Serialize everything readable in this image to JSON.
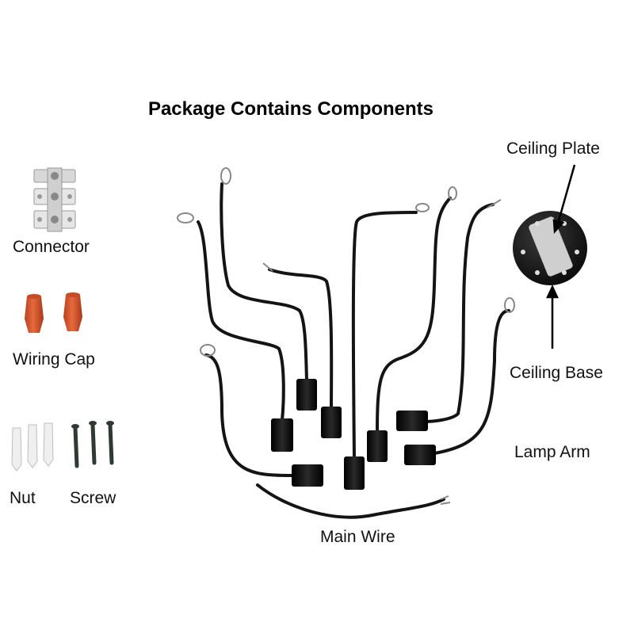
{
  "title": "Package Contains Components",
  "labels": {
    "connector": "Connector",
    "wiring_cap": "Wiring Cap",
    "nut": "Nut",
    "screw": "Screw",
    "ceiling_plate": "Ceiling Plate",
    "ceiling_base": "Ceiling Base",
    "lamp_arm": "Lamp Arm",
    "main_wire": "Main Wire"
  },
  "colors": {
    "wire": "#141414",
    "socket": "#0d0d0d",
    "wiring_cap": "#d9522b",
    "connector": "#e2e2e2",
    "nut": "#eeeeee",
    "screw": "#2f3a33"
  }
}
